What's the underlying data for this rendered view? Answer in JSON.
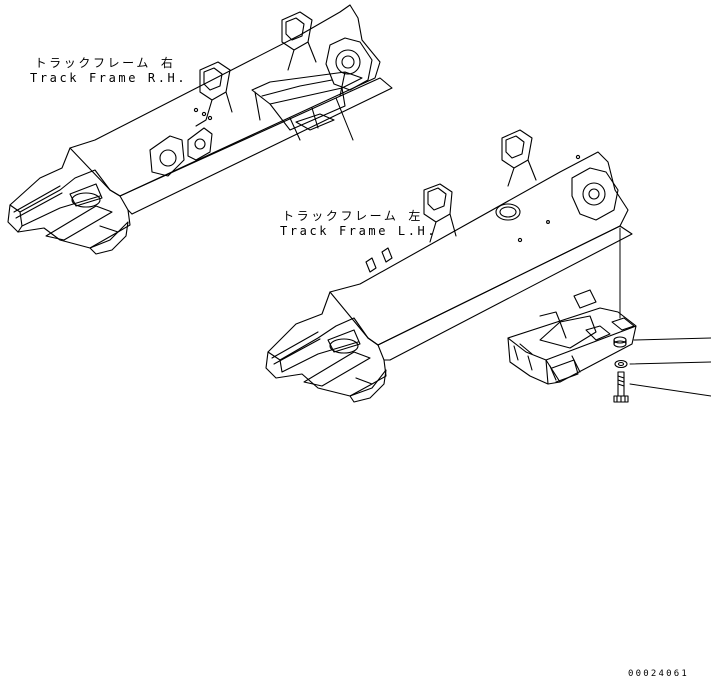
{
  "labels": {
    "track_frame_rh_jp": "トラックフレーム 右",
    "track_frame_rh_en": "Track Frame R.H.",
    "track_frame_lh_jp": "トラックフレーム 左",
    "track_frame_lh_en": "Track Frame L.H."
  },
  "drawing_number": "00024061",
  "colors": {
    "line": "#000000",
    "background": "#ffffff"
  }
}
